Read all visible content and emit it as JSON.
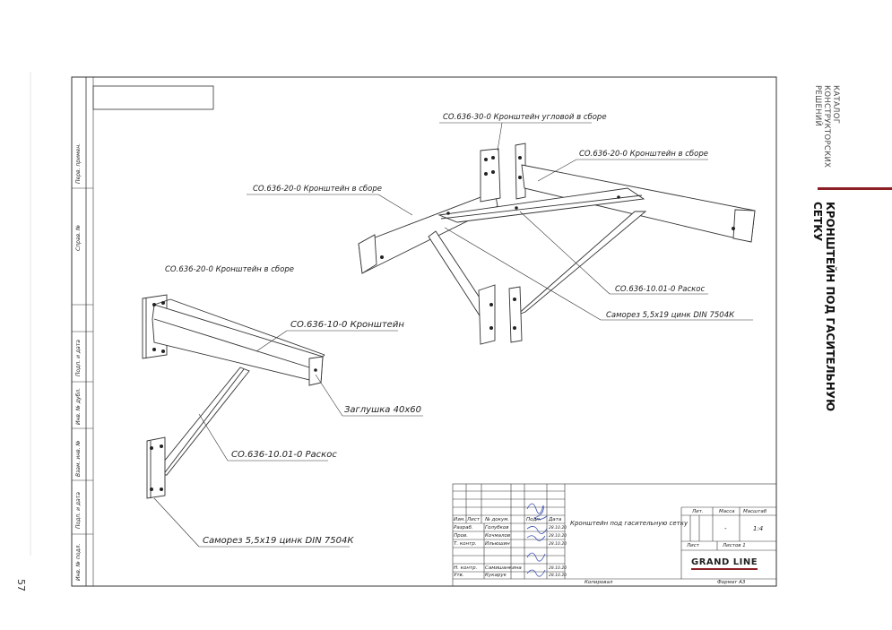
{
  "side": {
    "catalog": "КАТАЛОГ КОНСТРУКТОРСКИХ РЕШЕНИЙ",
    "title": "КРОНШТЕЙН ПОД ГАСИТЕЛЬНУЮ СЕТКУ",
    "page_number": "57"
  },
  "left_column": {
    "perv_primen": "Перв. примен.",
    "sprav": "Справ. №",
    "podp_data_1": "Подп. и дата",
    "inv_dubl": "Инв. № дубл.",
    "vzam_inv": "Взам. инв. №",
    "podp_data_2": "Подп. и дата",
    "inv_podl": "Инв. № подл."
  },
  "labels": {
    "corner_assembly": "СО.636-30-0 Кронштейн угловой в сборе",
    "bracket_assembly_right": "СО.636-20-0 Кронштейн в сборе",
    "bracket_assembly_mid": "СО.636-20-0 Кронштейн в сборе",
    "bracket_assembly_left": "СО.636-20-0 Кронштейн в сборе",
    "brace_right": "СО.636-10.01-0 Раскос",
    "screw_right": "Саморез 5,5х19 цинк DIN 7504К",
    "bracket": "СО.636-10-0 Кронштейн",
    "plug": "Заглушка 40х60",
    "brace_left": "СО.636-10.01-0 Раскос",
    "screw_left": "Саморез 5,5х19 цинк DIN 7504К"
  },
  "title_block": {
    "headers": [
      "Изм.",
      "Лист",
      "№ докум.",
      "Подп.",
      "Дата"
    ],
    "rows": [
      {
        "role": "Разраб.",
        "name": "Голубков",
        "date": "28.10.20"
      },
      {
        "role": "Пров.",
        "name": "Кочмалов",
        "date": "28.10.20"
      },
      {
        "role": "Т. контр.",
        "name": "Ильюшин",
        "date": "28.10.20"
      },
      {
        "role": "Н. контр.",
        "name": "Самишанкина",
        "date": "28.10.20"
      },
      {
        "role": "Утв.",
        "name": "Кукарук",
        "date": "28.10.20"
      }
    ],
    "doc_name": "Кронштейн под гасительную сетку",
    "lit_header": "Лит.",
    "mass_header": "Масса",
    "scale_header": "Масштаб",
    "mass_value": "-",
    "scale_value": "1:4",
    "sheet_label": "Лист",
    "sheets_label": "Листов 1",
    "company": "GRAND LINE",
    "copied": "Копировал",
    "format": "Формат А3"
  }
}
